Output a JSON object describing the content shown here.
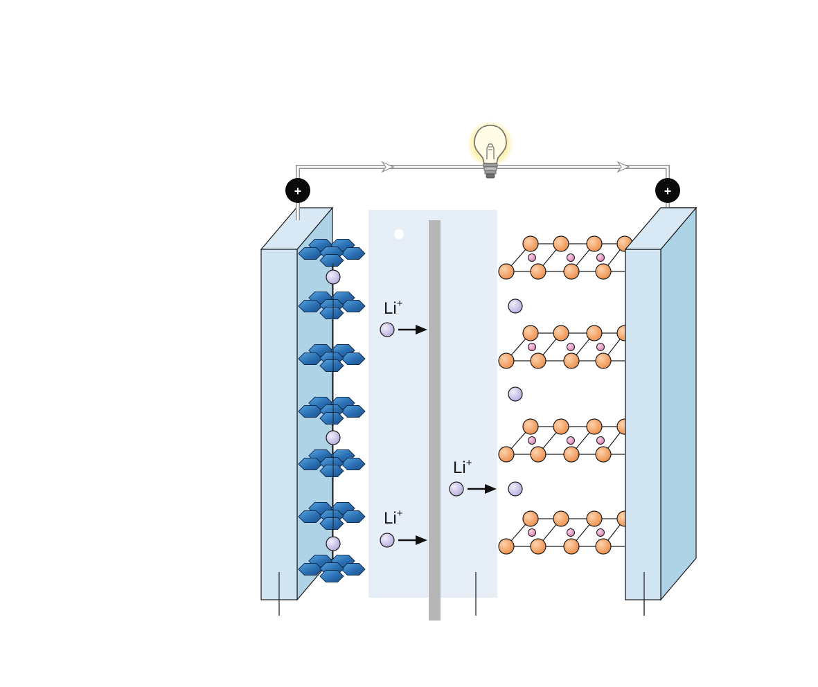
{
  "terminals": {
    "left_sign": "+",
    "right_sign": "+"
  },
  "ions": [
    {
      "base": "Li",
      "charge": "+"
    },
    {
      "base": "Li",
      "charge": "+"
    },
    {
      "base": "Li",
      "charge": "+"
    }
  ],
  "colors": {
    "electrode_front": "#d0e4f2",
    "electrode_side": "#aed2e6",
    "electrolyte": "#e6eff8",
    "separator": "#b6b6b6",
    "graphite": "#2a6fb3",
    "lithium_ion": "#c6bfe6",
    "oxide_atom": "#f3a468",
    "metal_atom": "#e49bc6",
    "wire": "#9a9a9a",
    "bulb_glow": "#fff3b8"
  },
  "icons": {
    "bulb": "light-bulb-icon",
    "arrow": "arrow-right-icon"
  }
}
